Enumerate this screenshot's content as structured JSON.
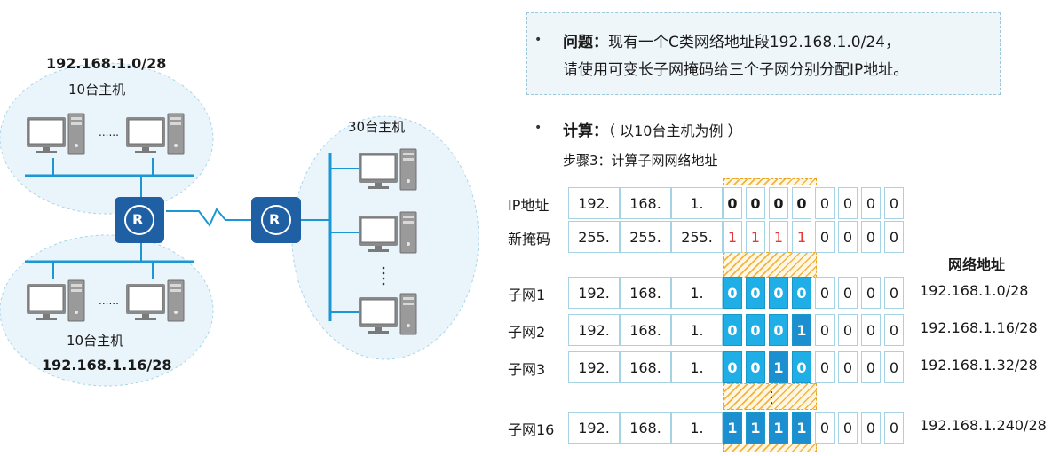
{
  "diagram": {
    "top_group": {
      "network": "192.168.1.0/28",
      "hosts": "10台主机"
    },
    "bottom_group": {
      "network": "192.168.1.16/28",
      "hosts": "10台主机"
    },
    "right_group": {
      "hosts": "30台主机"
    },
    "ellipsis": "......",
    "router_label": "R"
  },
  "question": {
    "label": "问题：",
    "line1": "现有一个C类网络地址段192.168.1.0/24，",
    "line2": "请使用可变长子网掩码给三个子网分别分配IP地址。"
  },
  "calc": {
    "label": "计算：",
    "note": "（ 以10台主机为例 ）",
    "step": "步骤3：计算子网网络地址"
  },
  "table": {
    "net_addr_header": "网络地址",
    "rows": [
      {
        "label": "IP地址",
        "octets": [
          "192.",
          "168.",
          "1."
        ],
        "bits": [
          "0",
          "0",
          "0",
          "0",
          "0",
          "0",
          "0",
          "0"
        ],
        "style": "bold",
        "addr": ""
      },
      {
        "label": "新掩码",
        "octets": [
          "255.",
          "255.",
          "255."
        ],
        "bits": [
          "1",
          "1",
          "1",
          "1",
          "0",
          "0",
          "0",
          "0"
        ],
        "style": "red",
        "addr": ""
      },
      {
        "label": "子网1",
        "octets": [
          "192.",
          "168.",
          "1."
        ],
        "bits": [
          "0",
          "0",
          "0",
          "0",
          "0",
          "0",
          "0",
          "0"
        ],
        "style": "sub",
        "addr": "192.168.1.0/28"
      },
      {
        "label": "子网2",
        "octets": [
          "192.",
          "168.",
          "1."
        ],
        "bits": [
          "0",
          "0",
          "0",
          "1",
          "0",
          "0",
          "0",
          "0"
        ],
        "style": "sub",
        "addr": "192.168.1.16/28"
      },
      {
        "label": "子网3",
        "octets": [
          "192.",
          "168.",
          "1."
        ],
        "bits": [
          "0",
          "0",
          "1",
          "0",
          "0",
          "0",
          "0",
          "0"
        ],
        "style": "sub",
        "addr": "192.168.1.32/28"
      },
      {
        "label": "子网16",
        "octets": [
          "192.",
          "168.",
          "1."
        ],
        "bits": [
          "1",
          "1",
          "1",
          "1",
          "0",
          "0",
          "0",
          "0"
        ],
        "style": "sub",
        "addr": "192.168.1.240/28"
      }
    ]
  },
  "colors": {
    "accent_blue": "#20aee6",
    "router_blue": "#1f5fa3",
    "hatch_orange": "#f2b441",
    "mask_red": "#e03a3a"
  }
}
